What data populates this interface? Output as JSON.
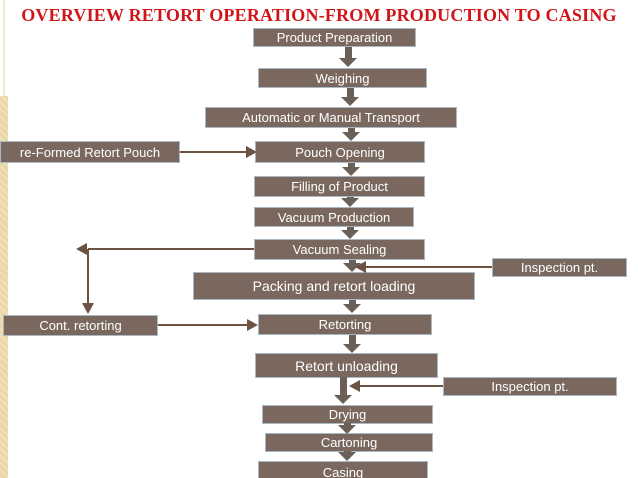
{
  "title": "OVERVIEW RETORT OPERATION-FROM PRODUCTION TO CASING",
  "nodes": {
    "product_preparation": "Product Preparation",
    "weighing": "Weighing",
    "transport": "Automatic or Manual Transport",
    "preformed_pouch": "re-Formed Retort Pouch",
    "pouch_opening": "Pouch Opening",
    "filling_of_product": "Filling of Product",
    "vacuum_production": "Vacuum Production",
    "vacuum_sealing": "Vacuum Sealing",
    "inspection_point_1": "Inspection pt.",
    "packing_and_retort_loading": "Packing and retort loading",
    "cont_retorting": "Cont. retorting",
    "retorting": "Retorting",
    "retort_unloading": "Retort unloading",
    "inspection_point_2": "Inspection pt.",
    "drying": "Drying",
    "cartoning": "Cartoning",
    "casing": "Casing"
  },
  "colors": {
    "title_text": "#d01418",
    "node_fill": "#7a685e",
    "node_border": "#a9b8c3",
    "node_text": "#ffffff",
    "block_arrow": "#6b6057",
    "line_connector": "#6b5243",
    "left_strip": "#ebd7a4",
    "background": "#ffffff"
  }
}
